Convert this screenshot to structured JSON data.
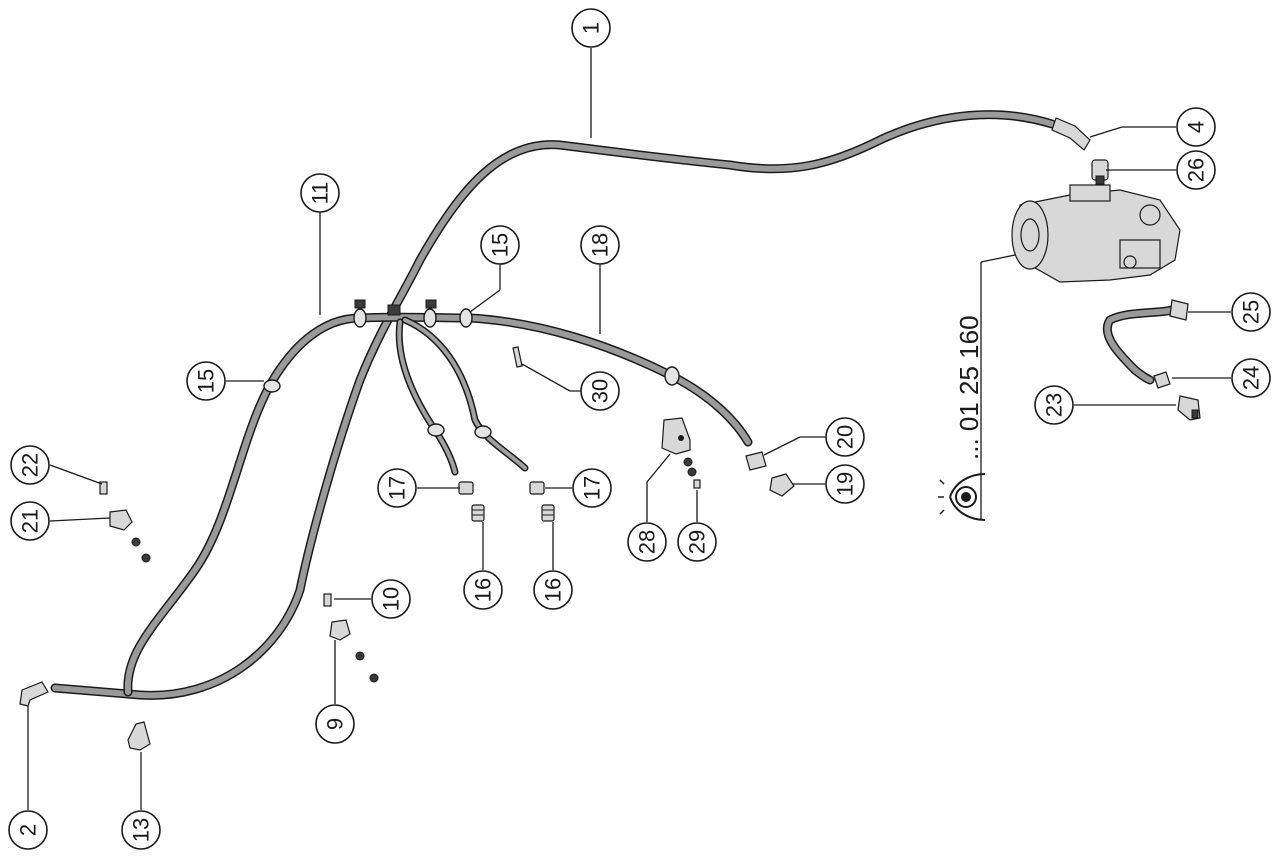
{
  "diagram": {
    "callouts": [
      {
        "label": "1"
      },
      {
        "label": "4"
      },
      {
        "label": "26"
      },
      {
        "label": "25"
      },
      {
        "label": "24"
      },
      {
        "label": "23"
      },
      {
        "label": "11"
      },
      {
        "label": "15"
      },
      {
        "label": "18"
      },
      {
        "label": "15"
      },
      {
        "label": "30"
      },
      {
        "label": "20"
      },
      {
        "label": "19"
      },
      {
        "label": "17"
      },
      {
        "label": "17"
      },
      {
        "label": "16"
      },
      {
        "label": "16"
      },
      {
        "label": "28"
      },
      {
        "label": "29"
      },
      {
        "label": "22"
      },
      {
        "label": "21"
      },
      {
        "label": "10"
      },
      {
        "label": "9"
      },
      {
        "label": "2"
      },
      {
        "label": "13"
      }
    ],
    "reference_text": "... 01 25 160",
    "reference_icon": "eye-icon"
  }
}
